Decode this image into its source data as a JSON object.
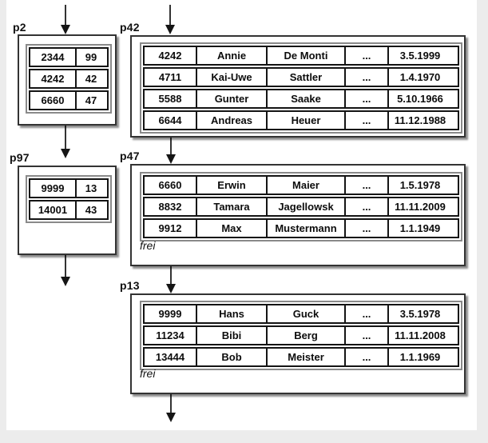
{
  "colors": {
    "frame_gray": "#ececec",
    "page_border": "#333333",
    "table_outline_gray": "#8a8a8a",
    "row_border_black": "#141414"
  },
  "pages": {
    "p2": {
      "label": "p2",
      "type": "index-page",
      "rows": [
        [
          "2344",
          "99"
        ],
        [
          "4242",
          "42"
        ],
        [
          "6660",
          "47"
        ]
      ]
    },
    "p97": {
      "label": "p97",
      "type": "index-page",
      "rows": [
        [
          "9999",
          "13"
        ],
        [
          "14001",
          "43"
        ]
      ]
    },
    "p42": {
      "label": "p42",
      "type": "data-page",
      "rows": [
        [
          "4242",
          "Annie",
          "De Monti",
          "...",
          "3.5.1999"
        ],
        [
          "4711",
          "Kai-Uwe",
          "Sattler",
          "...",
          "1.4.1970"
        ],
        [
          "5588",
          "Gunter",
          "Saake",
          "...",
          "5.10.1966"
        ],
        [
          "6644",
          "Andreas",
          "Heuer",
          "...",
          "11.12.1988"
        ]
      ]
    },
    "p47": {
      "label": "p47",
      "type": "data-page",
      "free": "frei",
      "rows": [
        [
          "6660",
          "Erwin",
          "Maier",
          "...",
          "1.5.1978"
        ],
        [
          "8832",
          "Tamara",
          "Jagellowsk",
          "...",
          "11.11.2009"
        ],
        [
          "9912",
          "Max",
          "Mustermann",
          "...",
          "1.1.1949"
        ]
      ]
    },
    "p13": {
      "label": "p13",
      "type": "data-page",
      "free": "frei",
      "rows": [
        [
          "9999",
          "Hans",
          "Guck",
          "...",
          "3.5.1978"
        ],
        [
          "11234",
          "Bibi",
          "Berg",
          "...",
          "11.11.2008"
        ],
        [
          "13444",
          "Bob",
          "Meister",
          "...",
          "1.1.1969"
        ]
      ]
    }
  }
}
